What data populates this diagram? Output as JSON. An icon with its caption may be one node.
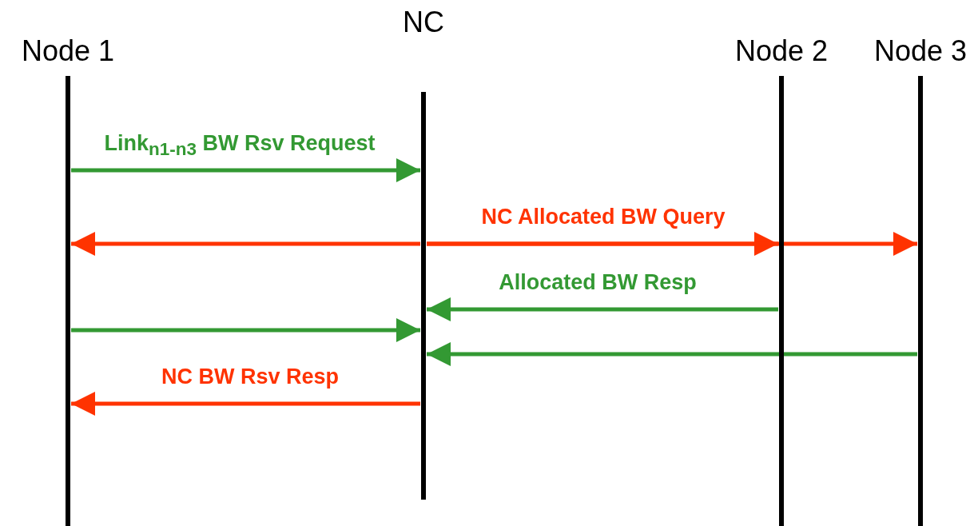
{
  "diagram": {
    "nodes": [
      {
        "text": [
          "Node 1"
        ]
      },
      {
        "text": [
          "NC"
        ]
      },
      {
        "text": [
          "Node 2"
        ]
      },
      {
        "text": [
          "Node 3"
        ]
      }
    ],
    "edges": [
      {
        "from": 0,
        "to": 1,
        "arrow": "to",
        "label": "Link$_{n1-n3}$ BW Rsv Request"
      },
      {
        "from": 1,
        "to": 0,
        "arrow": "to",
        "color": "#ff3300"
      },
      {
        "from": 1,
        "to": 2,
        "arrow": "to",
        "color": "#ff3300",
        "label": "NC Allocated BW Query"
      },
      {
        "from": 1,
        "to": 3,
        "arrow": "to",
        "color": "#ff3300"
      },
      {
        "from": 2,
        "to": 1,
        "arrow": "to",
        "label": "Allocated BW Resp"
      },
      {
        "from": 0,
        "to": 1,
        "arrow": "to"
      },
      {
        "from": 3,
        "to": 1,
        "arrow": "to"
      },
      {
        "from": 1,
        "to": 0,
        "arrow": "to",
        "color": "#ff3300",
        "label": "NC BW Rsv Resp"
      }
    ]
  }
}
